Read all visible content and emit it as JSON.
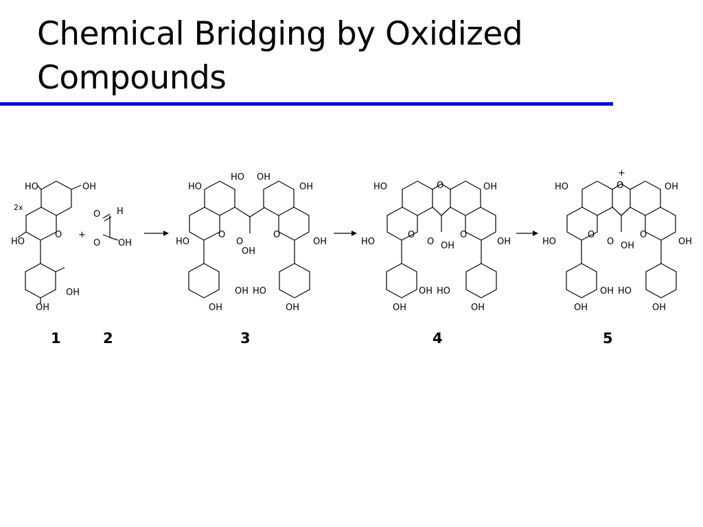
{
  "slide": {
    "title_line1": "Chemical Bridging by Oxidized",
    "title_line2": "Compounds",
    "rule_color": "#0000e0"
  },
  "scheme": {
    "multiplier": "2x",
    "plus": "+",
    "cation": "+",
    "labels": {
      "ho": "HO",
      "oh": "OH",
      "o": "O",
      "h": "H"
    },
    "compound_numbers": [
      "1",
      "2",
      "3",
      "4",
      "5"
    ]
  }
}
